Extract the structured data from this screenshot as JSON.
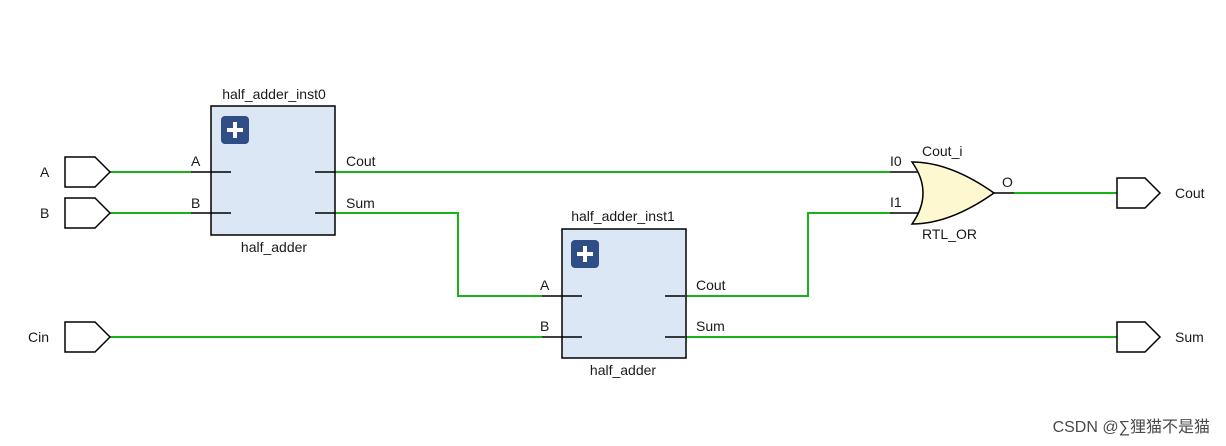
{
  "ports_in": {
    "a": "A",
    "b": "B",
    "cin": "Cin"
  },
  "ports_out": {
    "cout": "Cout",
    "sum": "Sum"
  },
  "inst0": {
    "name": "half_adder_inst0",
    "type": "half_adder",
    "pins": {
      "a": "A",
      "b": "B",
      "cout": "Cout",
      "sum": "Sum"
    }
  },
  "inst1": {
    "name": "half_adder_inst1",
    "type": "half_adder",
    "pins": {
      "a": "A",
      "b": "B",
      "cout": "Cout",
      "sum": "Sum"
    }
  },
  "or_gate": {
    "name": "Cout_i",
    "type": "RTL_OR",
    "pins": {
      "i0": "I0",
      "i1": "I1",
      "o": "O"
    }
  },
  "colors": {
    "wire": "#19b219",
    "block_fill": "#dbe7f5",
    "gate_fill": "#fdf8d0",
    "expand_icon": "#2f4e86"
  },
  "watermark": "CSDN @∑狸猫不是猫"
}
